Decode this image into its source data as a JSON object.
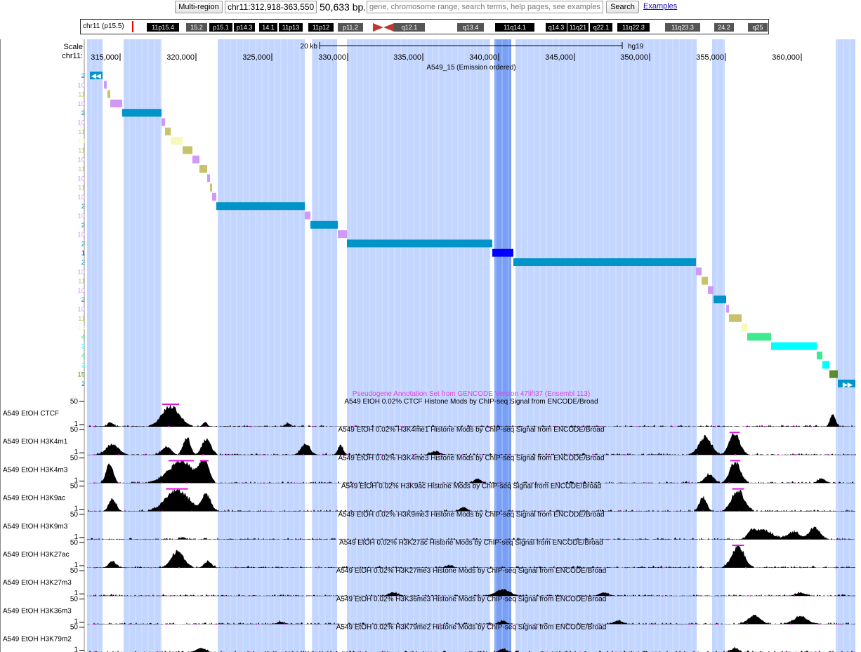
{
  "top": {
    "multiregion_label": "Multi-region",
    "position_value": "chr11:312,918-363,550",
    "bp_size": "50,633 bp.",
    "search_placeholder": "gene, chromosome range, search terms, help pages, see examples",
    "search_label": "Search",
    "examples_label": "Examples"
  },
  "ideogram": {
    "label": "chr11 (p15.5)",
    "bands": [
      {
        "label": "11p15.4",
        "shade": "dark"
      },
      {
        "label": "15.2",
        "shade": "g2"
      },
      {
        "label": "p15.1",
        "shade": "dark"
      },
      {
        "label": "p14.3",
        "shade": "dark"
      },
      {
        "label": "14.1",
        "shade": "dark"
      },
      {
        "label": "11p13",
        "shade": "dark"
      },
      {
        "label": "11p12",
        "shade": "dark"
      },
      {
        "label": "p11.2",
        "shade": "g2"
      },
      {
        "label": "q12.1",
        "shade": "g2"
      },
      {
        "label": "q13.4",
        "shade": "g2"
      },
      {
        "label": "11q14.1",
        "shade": "dark"
      },
      {
        "label": "q14.3",
        "shade": "dark"
      },
      {
        "label": "11q21",
        "shade": "dark"
      },
      {
        "label": "q22.1",
        "shade": "dark"
      },
      {
        "label": "11q22.3",
        "shade": "dark"
      },
      {
        "label": "11q23.3",
        "shade": "g2"
      },
      {
        "label": "24.2",
        "shade": "g2"
      },
      {
        "label": "q25",
        "shade": "g2"
      }
    ]
  },
  "ruler": {
    "scale_label": "Scale",
    "chrom_label": "chr11:",
    "scale_bar_label": "20 kb",
    "assembly_label": "hg19",
    "ticks": [
      "315,000",
      "320,000",
      "325,000",
      "330,000",
      "335,000",
      "340,000",
      "345,000",
      "350,000",
      "355,000",
      "360,000"
    ]
  },
  "chromhmm": {
    "title": "A549_15 (Emission ordered)",
    "row_labels": [
      "2",
      "10",
      "11",
      "10",
      "2",
      "10",
      "11",
      "13",
      "11",
      "10",
      "11",
      "10",
      "11",
      "10",
      "2",
      "10",
      "2",
      "10",
      "2",
      "1",
      "2",
      "10",
      "11",
      "10",
      "2",
      "10",
      "11",
      "13",
      "4",
      "3",
      "4",
      "3",
      "15",
      "2"
    ]
  },
  "pseudogene_title": "Pseudogene Annotation Set from GENCODE Version 47lift37 (Ensembl 113)",
  "signal_tracks": [
    {
      "name": "A549 EtOH CTCF",
      "title": "A549 EtOH 0.02% CTCF Histone Mods by ChIP-seq Signal from ENCODE/Broad",
      "ymax": "50",
      "ymin": "1"
    },
    {
      "name": "A549 EtOH H3K4m1",
      "title": "A549 EtOH 0.02% H3K4me1 Histone Mods by ChIP-seq Signal from ENCODE/Broad",
      "ymax": "50",
      "ymin": "1"
    },
    {
      "name": "A549 EtOH H3K4m3",
      "title": "A549 EtOH 0.02% H3K4me3 Histone Mods by ChIP-seq Signal from ENCODE/Broad",
      "ymax": "50",
      "ymin": "1"
    },
    {
      "name": "A549 EtOH H3K9ac",
      "title": "A549 EtOH 0.02% H3K9ac Histone Mods by ChIP-seq Signal from ENCODE/Broad",
      "ymax": "50",
      "ymin": "1"
    },
    {
      "name": "A549 EtOH H3K9m3",
      "title": "A549 EtOH 0.02% H3K9me3 Histone Mods by ChIP-seq Signal from ENCODE/Broad",
      "ymax": "50",
      "ymin": "1"
    },
    {
      "name": "A549 EtOH H3K27ac",
      "title": "A549 EtOH 0.02% H3K27ac Histone Mods by ChIP-seq Signal from ENCODE/Broad",
      "ymax": "50",
      "ymin": "1"
    },
    {
      "name": "A549 EtOH H3K27m3",
      "title": "A549 EtOH 0.02% H3K27me3 Histone Mods by ChIP-seq Signal from ENCODE/Broad",
      "ymax": "50",
      "ymin": "1"
    },
    {
      "name": "A549 EtOH H3K36m3",
      "title": "A549 EtOH 0.02% H3K36me3 Histone Mods by ChIP-seq Signal from ENCODE/Broad",
      "ymax": "50",
      "ymin": "1"
    },
    {
      "name": "A549 EtOH H3K79m2",
      "title": "A549 EtOH 0.02% H3K79me2 Histone Mods by ChIP-seq Signal from ENCODE/Broad",
      "ymax": "50",
      "ymin": "1"
    }
  ],
  "colors": {
    "highlight_light": "#c3d6ff",
    "highlight_dark": "#7aa0f5",
    "state_1": "#0000ff",
    "state_2": "#0094c8",
    "state_3": "#00ffff",
    "state_4": "#40e890",
    "state_10": "#d099f5",
    "state_11": "#c8c26a",
    "state_13": "#f8f8b8",
    "state_15": "#5c8c2c",
    "overflow": "#e010e0",
    "pseudogene_title": "#e040e0"
  }
}
